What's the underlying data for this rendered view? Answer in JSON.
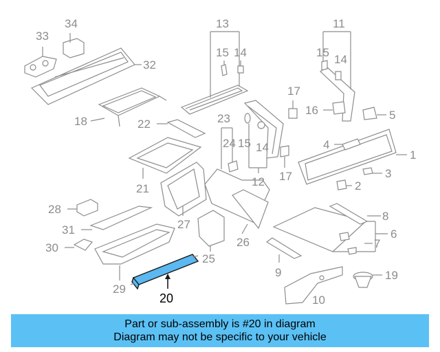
{
  "colors": {
    "highlight": "#5bb8f0",
    "banner": "#5bc1f5",
    "line": "#8c8c8c"
  },
  "callouts": {
    "c1": "1",
    "c2": "2",
    "c3": "3",
    "c4": "4",
    "c5": "5",
    "c6": "6",
    "c7": "7",
    "c8": "8",
    "c9": "9",
    "c10": "10",
    "c11": "11",
    "c12": "12",
    "c13": "13",
    "c14a": "14",
    "c14b": "14",
    "c14c": "14",
    "c15a": "15",
    "c15b": "15",
    "c15c": "15",
    "c16": "16",
    "c17a": "17",
    "c17b": "17",
    "c18": "18",
    "c19": "19",
    "c20": "20",
    "c21": "21",
    "c22": "22",
    "c23": "23",
    "c24": "24",
    "c25": "25",
    "c26": "26",
    "c27": "27",
    "c28": "28",
    "c29": "29",
    "c30": "30",
    "c31": "31",
    "c32": "32",
    "c33": "33",
    "c34": "34"
  },
  "banner": {
    "line1": "Part or sub-assembly is #20 in diagram",
    "line2": "Diagram may not be specific to your vehicle"
  }
}
